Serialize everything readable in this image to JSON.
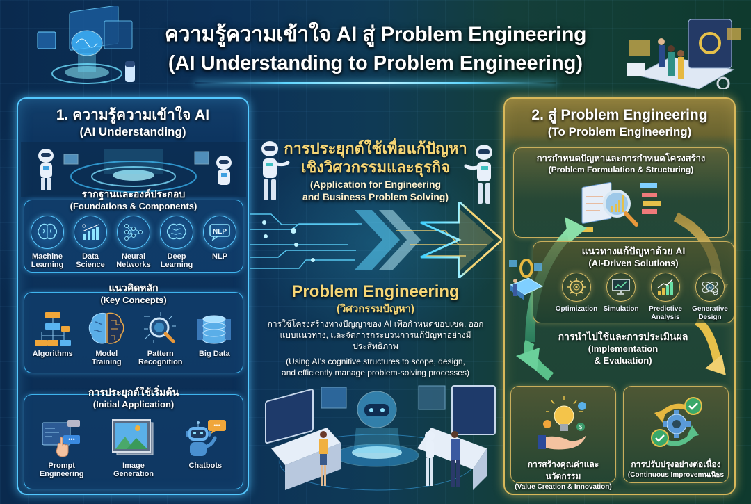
{
  "title": {
    "line1": "ความรู้ความเข้าใจ AI สู่ Problem Engineering",
    "line2": "(AI Understanding to Problem Engineering)"
  },
  "left_panel": {
    "title_th": "1. ความรู้ความเข้าใจ AI",
    "title_en": "(AI Understanding)",
    "border_color": "#54c8ff",
    "foundations": {
      "title_th": "รากฐานและองค์ประกอบ",
      "title_en": "(Foundations & Components)",
      "items": [
        {
          "label_1": "Machine",
          "label_2": "Learning",
          "icon": "brain-icon"
        },
        {
          "label_1": "Data",
          "label_2": "Science",
          "icon": "bar-chart-icon"
        },
        {
          "label_1": "Neural",
          "label_2": "Networks",
          "icon": "neural-network-icon"
        },
        {
          "label_1": "Deep",
          "label_2": "Learning",
          "icon": "brain-icon"
        },
        {
          "label_1": "NLP",
          "label_2": "",
          "icon": "nlp-speech-bubble-icon"
        }
      ]
    },
    "key_concepts": {
      "title_th": "แนวคิดหลัก",
      "title_en": "(Key Concepts)",
      "items": [
        {
          "label_1": "Algorithms",
          "label_2": "",
          "icon": "flowchart-icon"
        },
        {
          "label_1": "Model",
          "label_2": "Training",
          "icon": "brain-circuit-icon"
        },
        {
          "label_1": "Pattern",
          "label_2": "Recognition",
          "icon": "magnifier-icon"
        },
        {
          "label_1": "Big Data",
          "label_2": "",
          "icon": "database-icon"
        }
      ]
    },
    "initial_application": {
      "title_th": "การประยุกต์ใช้เริ่มต้น",
      "title_en": "(Initial Application)",
      "items": [
        {
          "label_1": "Prompt",
          "label_2": "Engineering",
          "icon": "prompt-chat-icon"
        },
        {
          "label_1": "Image",
          "label_2": "Generation",
          "icon": "image-icon"
        },
        {
          "label_1": "Chatbots",
          "label_2": "",
          "icon": "chatbot-icon"
        }
      ]
    }
  },
  "middle": {
    "heading_th_1": "การประยุกต์ใช้เพื่อแก้ปัญหา",
    "heading_th_2": "เชิงวิศวกรรมและธุรกิจ",
    "heading_en_1": "(Application for Engineering",
    "heading_en_2": "and Business Problem Solving)",
    "pe_title": "Problem Engineering",
    "pe_subtitle": "(วิศวกรรมปัญหา)",
    "pe_desc_th_1": "การใช้โครงสร้างทางปัญญาของ AI เพื่อกำหนดขอบเขต, ออก",
    "pe_desc_th_2": "แบบแนวทาง, และจัดการกระบวนการแก้ปัญหาอย่างมีประสิทธิภาพ",
    "pe_desc_en_1": "(Using AI's cognitive structures to scope, design,",
    "pe_desc_en_2": "and efficiently manage problem-solving processes)",
    "accent_gold": "#f6d676",
    "accent_cyan": "#5fd6ff"
  },
  "right_panel": {
    "title_th": "2. สู่ Problem Engineering",
    "title_en": "(To Problem Engineering)",
    "border_color": "#d8b85a",
    "formulation": {
      "title_th": "การกำหนดปัญหาและการกำหนดโครงสร้าง",
      "title_en": "(Problem Formulation & Structuring)"
    },
    "ai_solutions": {
      "title_th": "แนวทางแก้ปัญหาด้วย AI",
      "title_en": "(AI-Driven Solutions)",
      "items": [
        {
          "label_1": "Optimization",
          "label_2": "",
          "icon": "target-gear-icon"
        },
        {
          "label_1": "Simulation",
          "label_2": "",
          "icon": "monitor-chart-icon"
        },
        {
          "label_1": "Predictive",
          "label_2": "Analysis",
          "icon": "growth-chart-icon"
        },
        {
          "label_1": "Generative",
          "label_2": "Design",
          "icon": "ai-atom-icon"
        }
      ]
    },
    "implementation": {
      "title_th": "การนำไปใช้และการประเมินผล",
      "title_en_1": "(Implementation",
      "title_en_2": "& Evaluation)"
    },
    "value_creation": {
      "title_th": "การสร้างคุณค่าและนวัตกรรม",
      "title_en": "(Value Creation & Innovation)"
    },
    "continuous_improvement": {
      "title_th": "การปรับปรุงอย่างต่อเนื่อง",
      "title_en": "(Continuous Improvemนเนิธs"
    }
  }
}
